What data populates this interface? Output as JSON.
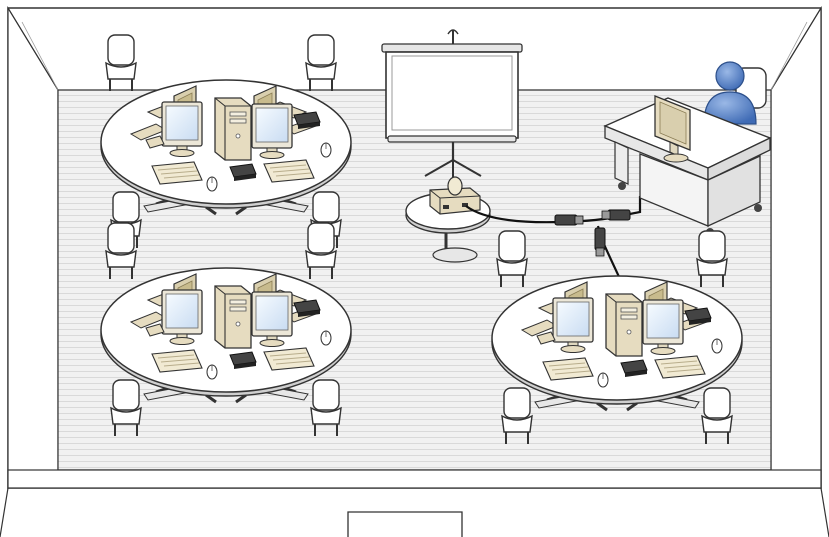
{
  "diagram": {
    "kind": "classroom-layout",
    "colors": {
      "outline": "#333333",
      "wall": "#ffffff",
      "floor": "#f1f1f1",
      "floor_lines": "#dcdcdc",
      "table_top": "#ffffff",
      "table_edge": "#d0d0d0",
      "partition": "#d9cfae",
      "partition_dark": "#b9aa7c",
      "computer_case": "#e6dcc0",
      "monitor_screen": "#e6f0fb",
      "keyboard": "#f1ead3",
      "chair": "#ffffff",
      "person": "#5b86c9",
      "cable": "#111111"
    },
    "items": {
      "tables": [
        {
          "id": "table-top-left",
          "position": "top-left",
          "seats": 4,
          "workstations": 2,
          "computers": 1
        },
        {
          "id": "table-bottom-left",
          "position": "bottom-left",
          "seats": 4,
          "workstations": 2,
          "computers": 1
        },
        {
          "id": "table-bottom-right",
          "position": "bottom-right",
          "seats": 4,
          "workstations": 2,
          "computers": 1
        }
      ],
      "equipment": [
        "projection-screen",
        "projector",
        "small-round-table",
        "teacher-desk",
        "instructor",
        "cable-connectors"
      ]
    }
  }
}
